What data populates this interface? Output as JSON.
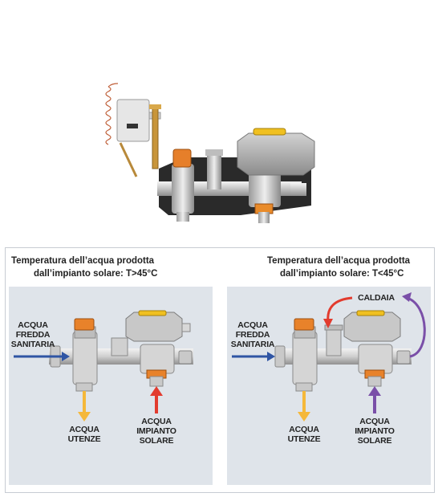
{
  "left_diagram": {
    "heading_line1": "Temperatura dell’acqua prodotta",
    "heading_line2": "dall’impianto solare: T>45°C",
    "cold_line1": "ACQUA",
    "cold_line2": "FREDDA",
    "cold_line3": "SANITARIA",
    "out_line1": "ACQUA",
    "out_line2": "UTENZE",
    "solar_line1": "ACQUA",
    "solar_line2": "IMPIANTO",
    "solar_line3": "SOLARE"
  },
  "right_diagram": {
    "heading_line1": "Temperatura dell’acqua prodotta",
    "heading_line2": "dall’impianto solare: T<45°C",
    "boiler_label": "CALDAIA",
    "cold_line1": "ACQUA",
    "cold_line2": "FREDDA",
    "cold_line3": "SANITARIA",
    "out_line1": "ACQUA",
    "out_line2": "UTENZE",
    "solar_line1": "ACQUA",
    "solar_line2": "IMPIANTO",
    "solar_line3": "SOLARE"
  },
  "colors": {
    "cold_arrow": "#2f55a4",
    "hot_arrow": "#e23b2e",
    "mixed_arrow": "#f5b83a",
    "boiler_arrow": "#7a4fa8",
    "box_fill": "#dfe4ea"
  }
}
